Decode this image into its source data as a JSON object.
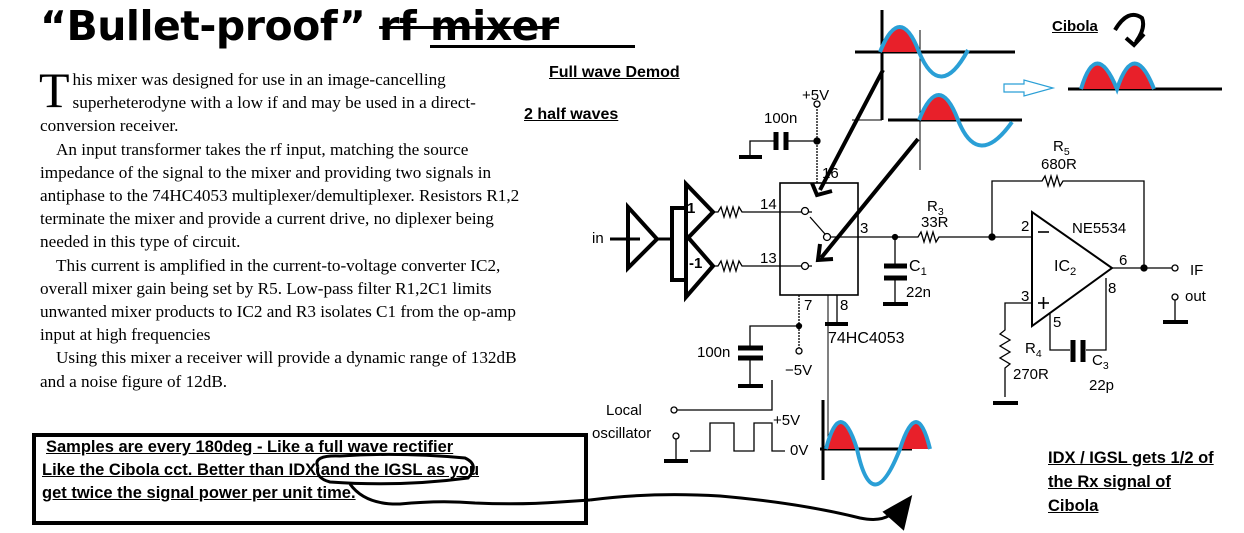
{
  "title": {
    "main": "“Bullet-proof”",
    "struck": "rf mixer"
  },
  "article": {
    "dropcap": "T",
    "paragraphs": [
      "his mixer was designed for use in an image-cancelling superheterodyne with a low if and may be used in a direct-conversion receiver.",
      "An input transformer takes the rf input, matching the source impedance of the signal to the mixer and providing two signals in antiphase to the 74HC4053 multiplexer/demultiplexer. Resistors R1,2 terminate the mixer and provide a current drive, no diplexer being needed in this type of circuit.",
      "This current is amplified in the current-to-voltage converter IC2, overall mixer gain being set by R5. Low-pass filter R1,2C1 limits unwanted mixer products to IC2 and R3 isolates C1 from the op-amp input at high frequencies",
      "Using this mixer a receiver will provide a dynamic range of 132dB and a noise figure of 12dB."
    ]
  },
  "annotations": {
    "full_wave_demod": "Full wave Demod",
    "two_half_waves": "2 half waves",
    "cibola": "Cibola",
    "idx_note": [
      "IDX / IGSL gets 1/2 of",
      "the Rx signal of",
      "Cibola"
    ],
    "box_note": [
      "Samples are every 180deg -  Like a full wave rectifier",
      "Like the Cibola cct.  Better than IDX and the IGSL  as you",
      "get twice the signal power per unit time."
    ]
  },
  "schematic": {
    "in_label": "in",
    "gain_plus": "1",
    "gain_minus": "-1",
    "pin14": "14",
    "pin13": "13",
    "pin16": "16",
    "pin3": "3",
    "pin7": "7",
    "pin8": "8",
    "ic1_name": "74HC4053",
    "cap_top_value": "100n",
    "cap_bottom_value": "100n",
    "vplus": "+5V",
    "vminus": "−5V",
    "r3_name": "R3",
    "r3_value": "33R",
    "c1_name": "C1",
    "c1_value": "22n",
    "r5_name": "R5",
    "r5_value": "680R",
    "opamp_name": "NE5534",
    "ic2_name": "IC2",
    "op_pin2": "2",
    "op_pin3": "3",
    "op_pin5": "5",
    "op_pin6": "6",
    "op_pin8": "8",
    "r4_name": "R4",
    "r4_value": "270R",
    "c3_name": "C3",
    "c3_value": "22p",
    "if_out_1": "IF",
    "if_out_2": "out",
    "lo_label_1": "Local",
    "lo_label_2": "oscillator",
    "lo_high": "+5V",
    "lo_low": "0V"
  },
  "colors": {
    "wave": "#2a9fd6",
    "fill": "#e8202a",
    "ink": "#000000"
  }
}
